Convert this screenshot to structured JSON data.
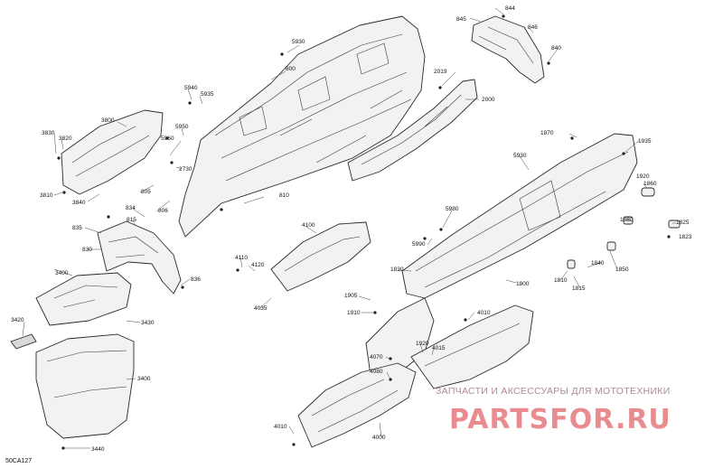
{
  "diagram_code": "50CA127",
  "watermark": {
    "tagline": "ЗАПЧАСТИ И АКСЕССУАРЫ ДЛЯ МОТОТЕХНИКИ",
    "logo": "PARTSFOR.RU"
  },
  "callouts": [
    "845",
    "844",
    "846",
    "840",
    "5930",
    "800",
    "2019",
    "2000",
    "3800",
    "5940",
    "5935",
    "3830",
    "3820",
    "5950",
    "5960",
    "2730",
    "805",
    "806",
    "810",
    "3810",
    "3840",
    "834",
    "815",
    "835",
    "830",
    "836",
    "1870",
    "1935",
    "1920",
    "5930",
    "1860",
    "1880",
    "1825",
    "1823",
    "5980",
    "1840",
    "5990",
    "1850",
    "4100",
    "4110",
    "4120",
    "4035",
    "1830",
    "1810",
    "1815",
    "1800",
    "1905",
    "1910",
    "4010",
    "1920",
    "4015",
    "4070",
    "4080",
    "4010",
    "4000",
    "3400",
    "3420",
    "3430",
    "3400",
    "3440"
  ]
}
